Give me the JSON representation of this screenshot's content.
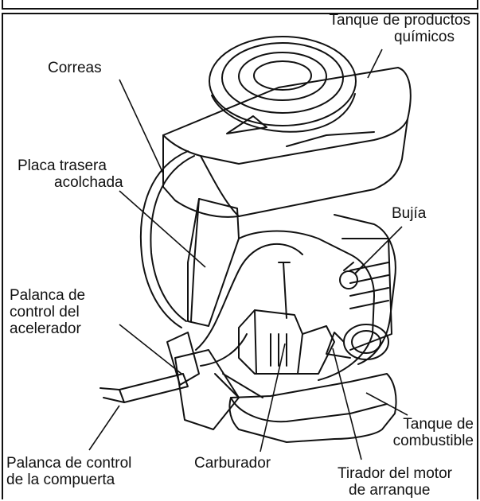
{
  "labels": {
    "chemical_tank": [
      "Tanque de productos",
      "químicos"
    ],
    "straps": [
      "Correas"
    ],
    "back_plate": [
      "Placa trasera",
      "acolchada"
    ],
    "spark_plug": [
      "Bujía"
    ],
    "throttle_lever": [
      "Palanca de",
      "control del",
      "acelerador"
    ],
    "fuel_tank": [
      "Tanque de",
      "combustible"
    ],
    "gate_lever": [
      "Palanca de control",
      "de la compuerta"
    ],
    "carburetor": [
      "Carburador"
    ],
    "starter_handle": [
      "Tirador del motor",
      "de arranque"
    ]
  }
}
